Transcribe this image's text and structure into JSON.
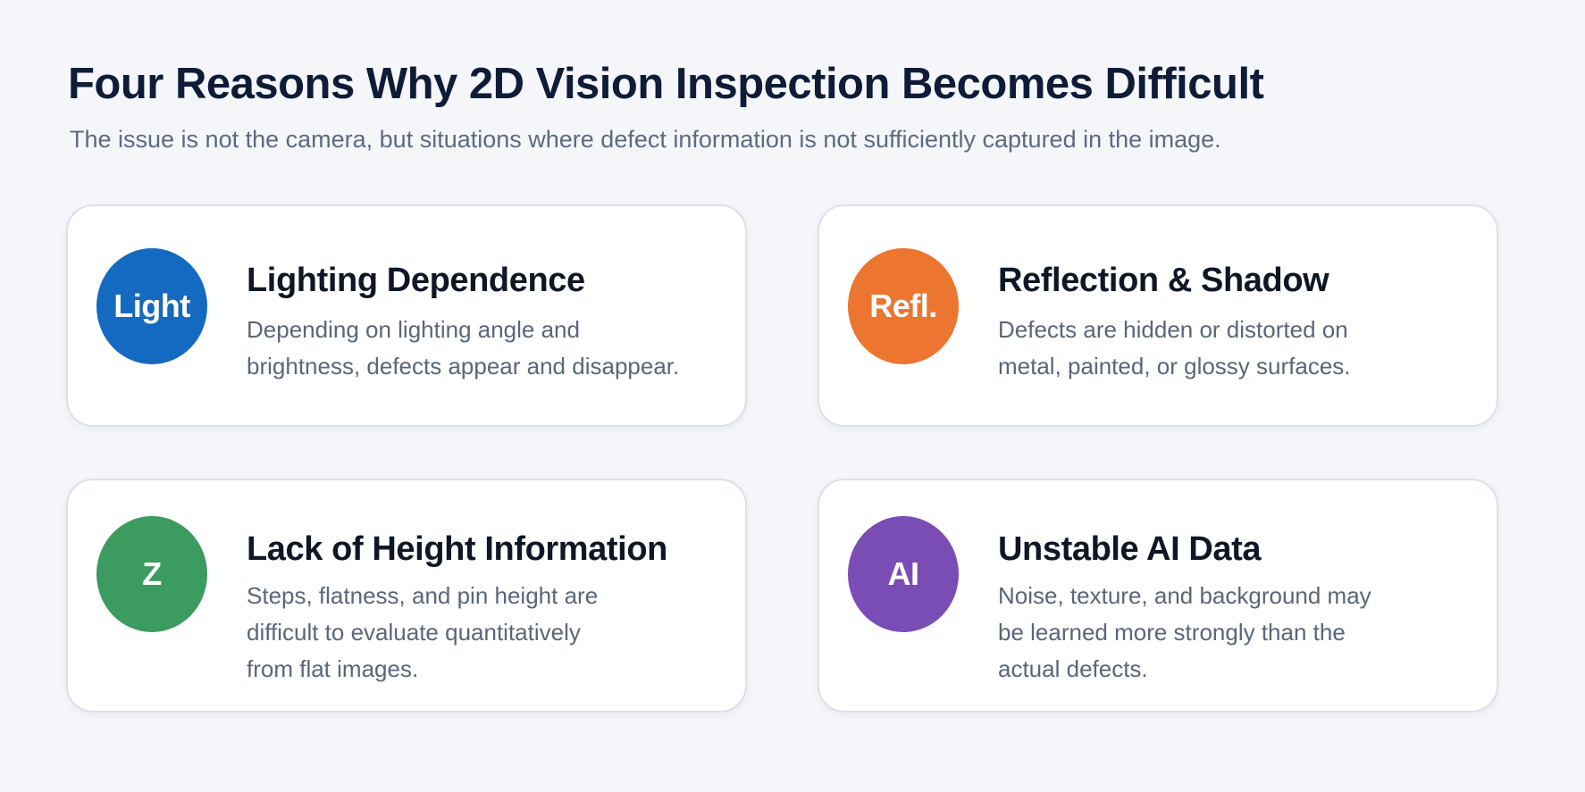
{
  "header": {
    "title": "Four Reasons Why 2D Vision Inspection Becomes Difficult",
    "subtitle": "The issue is not the camera, but situations where defect information is not sufficiently captured in the image."
  },
  "cards": [
    {
      "badge": "Light",
      "color": "#1469c0",
      "title": "Lighting Dependence",
      "lines": [
        "Depending on lighting angle and",
        "brightness, defects appear and disappear."
      ]
    },
    {
      "badge": "Refl.",
      "color": "#ec7530",
      "title": "Reflection & Shadow",
      "lines": [
        "Defects are hidden or distorted on",
        "metal, painted, or glossy surfaces."
      ]
    },
    {
      "badge": "Z",
      "color": "#3c9b5f",
      "title": "Lack of Height Information",
      "lines": [
        "Steps, flatness, and pin height are",
        "difficult to evaluate quantitatively",
        "from flat images."
      ]
    },
    {
      "badge": "AI",
      "color": "#7a4db5",
      "title": "Unstable AI Data",
      "lines": [
        "Noise, texture, and background may",
        "be learned more strongly than the",
        "actual defects."
      ]
    }
  ]
}
